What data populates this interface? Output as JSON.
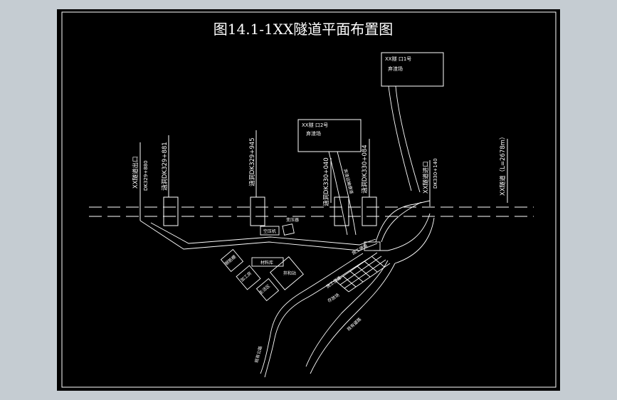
{
  "drawing": {
    "title": "图14.1-1XX隧道平面布置图",
    "spoil_yard_1": {
      "line1": "XX隧 口1号",
      "line2": "弃渣场"
    },
    "spoil_yard_2": {
      "line1": "XX隧 口2号",
      "line2": "弃渣场"
    },
    "culvert_1": "涵洞DK329+881",
    "culvert_2": "涵洞DK329+945",
    "culvert_3": "涵洞DK330+040",
    "culvert_4": "涵洞DK330+084",
    "exit_portal": "XX隧道出口",
    "exit_mileage": "DK329+880",
    "entrance_portal": "XX隧道进口",
    "entrance_mileage": "DK330+140",
    "tunnel_length": "XX隧道（L=2678m）",
    "haul_road": "弃渣运输便道",
    "building_1": "空压机",
    "building_2": "变压器",
    "building_3": "材料库",
    "building_4": "钢筋棚",
    "building_5": "加工房",
    "building_6": "拌和站",
    "building_7": "生活区",
    "stock_area": "存放场",
    "road_label_1": "施工便道",
    "road_label_2": "既有道路",
    "road_label_3": "施工便道",
    "road_label_4": "既有公路"
  },
  "colors": {
    "frame_background": "#c5ccd2",
    "canvas": "#000000",
    "linework": "#ffffff"
  }
}
